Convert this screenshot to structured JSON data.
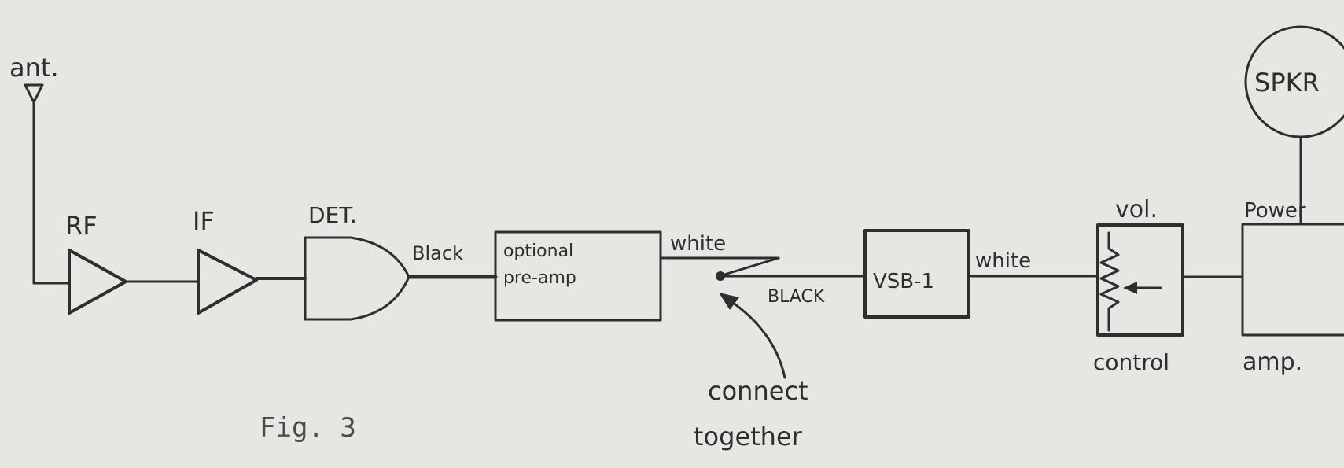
{
  "diagram": {
    "figure_caption": "Fig. 3",
    "labels": {
      "antenna": "ant.",
      "rf": "RF",
      "if": "IF",
      "det": "DET.",
      "black_1": "Black",
      "optional_line1": "optional",
      "optional_line2": "pre-amp",
      "white_1": "white",
      "black_2": "BLACK",
      "vsb": "VSB-1",
      "white_2": "white",
      "vol_top": "vol.",
      "vol_bottom": "control",
      "power_top": "Power",
      "amp_bottom": "amp.",
      "speaker": "SPKR",
      "note_line1": "connect",
      "note_line2": "together"
    }
  },
  "colors": {
    "paper": "#e6e6e2",
    "ink": "#2e2e2e",
    "typed": "#4a4a4a"
  }
}
